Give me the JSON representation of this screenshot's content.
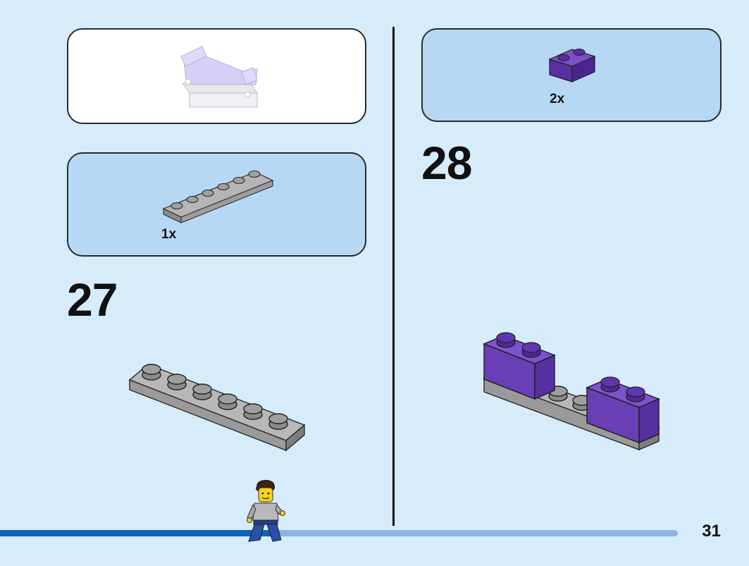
{
  "page": {
    "number": "31"
  },
  "progress": {
    "fraction": 0.4
  },
  "steps": [
    {
      "number": "27",
      "parts": [
        {
          "count": "1x",
          "part": "grey-plate-1x6"
        }
      ]
    },
    {
      "number": "28",
      "parts": [
        {
          "count": "2x",
          "part": "purple-brick-1x2"
        }
      ]
    }
  ],
  "colors": {
    "background": "#d6ecfb",
    "parts_panel": "#b7d8f5",
    "grey_plate": "#a8a8a8",
    "purple_brick": "#6a3fb5",
    "progress_fill": "#0b63be",
    "progress_track": "#8fb4e4"
  }
}
